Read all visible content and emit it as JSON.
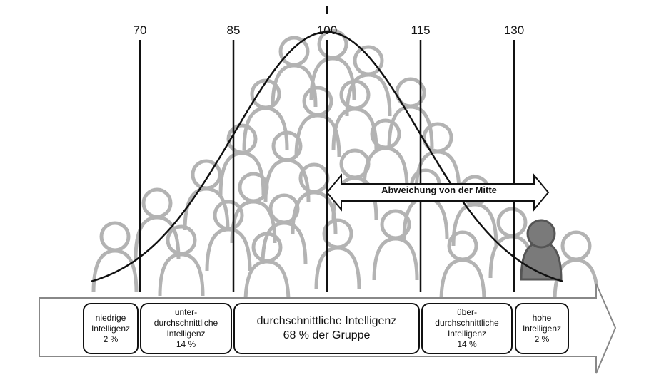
{
  "scale": {
    "ticks": [
      "70",
      "85",
      "100",
      "115",
      "130"
    ]
  },
  "deviation_arrow": {
    "label": "Abweichung von der Mitte"
  },
  "categories": [
    {
      "lines": [
        "niedrige",
        "Intelligenz",
        "2 %"
      ]
    },
    {
      "lines": [
        "unter-",
        "durchschnittliche",
        "Intelligenz",
        "14 %"
      ]
    },
    {
      "lines": [
        "durchschnittliche Intelligenz",
        "68 % der Gruppe"
      ]
    },
    {
      "lines": [
        "über-",
        "durchschnittliche",
        "Intelligenz",
        "14 %"
      ]
    },
    {
      "lines": [
        "hohe",
        "Intelligenz",
        "2 %"
      ]
    }
  ],
  "colors": {
    "people": "#b3b3b3",
    "highlight_person": "#7a7a7a",
    "line": "#111111"
  }
}
